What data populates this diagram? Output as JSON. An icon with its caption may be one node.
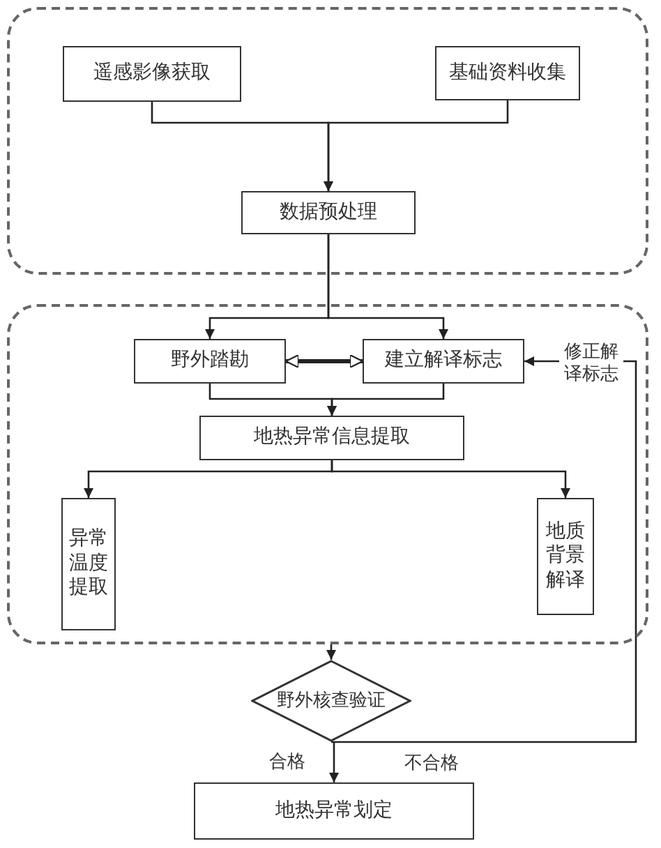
{
  "diagram": {
    "nodes": [
      {
        "text": [],
        "shape": "box"
      },
      {
        "text": [
          "遥感影像获取"
        ],
        "in": 0
      },
      {
        "text": [
          "基础资料收集"
        ],
        "in": 0
      },
      {
        "text": [
          "数据预处理"
        ],
        "in": 0
      },
      {
        "text": [],
        "shape": "box"
      },
      {
        "text": [
          "野外踏勘"
        ],
        "in": 4
      },
      {
        "text": [
          "建立解译标志"
        ],
        "in": 4
      },
      {
        "text": [
          "地热异常信息提取"
        ],
        "in": 4
      },
      {
        "text": [
          "异常温度提取"
        ],
        "in": 4
      },
      {
        "text": [
          "地质背景解译"
        ],
        "in": 4
      },
      {
        "text": [
          "野外核查验证"
        ]
      },
      {
        "text": [
          "地热异常划定"
        ]
      }
    ],
    "edges": [
      {
        "from": 1,
        "to": 3,
        "arrow": "to"
      },
      {
        "from": 2,
        "to": 3,
        "arrow": "to"
      },
      {
        "from": 3,
        "to": 5,
        "arrow": "to"
      },
      {
        "from": 3,
        "to": 6,
        "arrow": "to"
      },
      {
        "from": 5,
        "to": 6,
        "arrow": "both",
        "style": "thick"
      },
      {
        "from": 5,
        "to": 7,
        "arrow": "to"
      },
      {
        "from": 6,
        "to": 7,
        "arrow": "to"
      },
      {
        "from": 7,
        "to": 8,
        "arrow": "to"
      },
      {
        "from": 7,
        "to": 9,
        "arrow": "to"
      },
      {
        "from": 4,
        "to": 10,
        "arrow": "to"
      },
      {
        "from": 10,
        "to": 11,
        "arrow": "to",
        "label": "合格"
      },
      {
        "from": 10,
        "to": 6,
        "arrow": "to",
        "label": "不合格"
      }
    ],
    "labels": [
      "修正解译标志"
    ]
  }
}
